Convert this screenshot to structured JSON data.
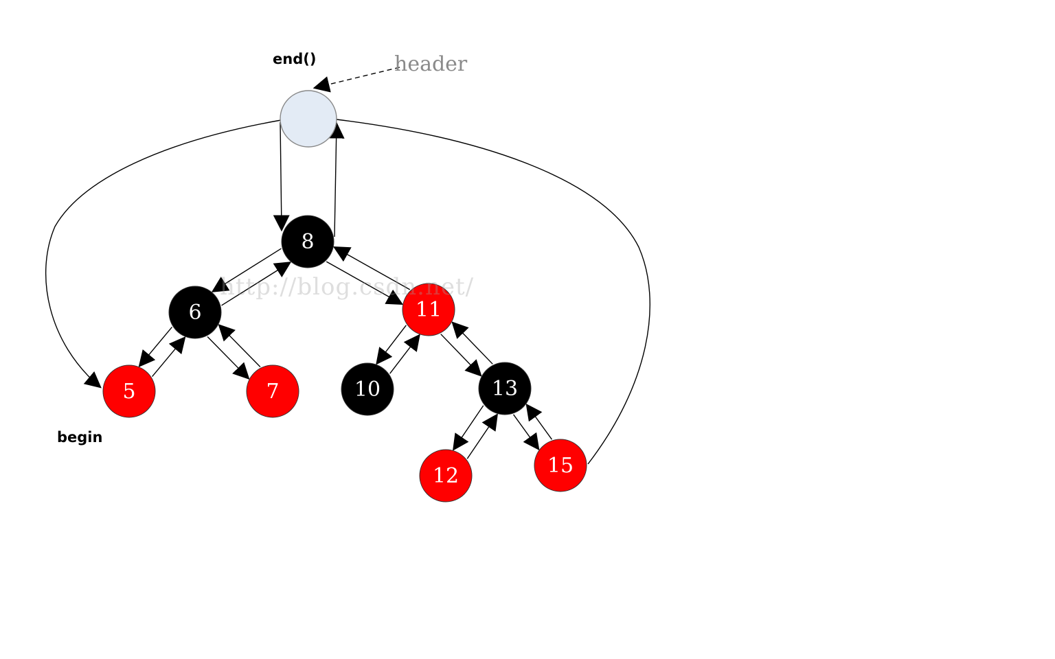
{
  "labels": {
    "end": "end()",
    "header": "header",
    "begin": "begin",
    "watermark": "http://blog.csdn.net/"
  },
  "colors": {
    "red": "#ff0000",
    "black": "#000000",
    "header_fill": "#e3ebf5",
    "header_stroke": "#888888",
    "edge": "#000000"
  },
  "nodes": [
    {
      "id": "header",
      "key": "",
      "color": "header"
    },
    {
      "id": "n8",
      "key": "8",
      "color": "black"
    },
    {
      "id": "n6",
      "key": "6",
      "color": "black"
    },
    {
      "id": "n11",
      "key": "11",
      "color": "red"
    },
    {
      "id": "n5",
      "key": "5",
      "color": "red"
    },
    {
      "id": "n7",
      "key": "7",
      "color": "red"
    },
    {
      "id": "n10",
      "key": "10",
      "color": "black"
    },
    {
      "id": "n13",
      "key": "13",
      "color": "black"
    },
    {
      "id": "n12",
      "key": "12",
      "color": "red"
    },
    {
      "id": "n15",
      "key": "15",
      "color": "red"
    }
  ],
  "edges": [
    {
      "from": "header",
      "to": "n8",
      "kind": "parent-link"
    },
    {
      "from": "n8",
      "to": "header",
      "kind": "parent-link"
    },
    {
      "from": "n8",
      "to": "n6",
      "kind": "child"
    },
    {
      "from": "n6",
      "to": "n8",
      "kind": "parent"
    },
    {
      "from": "n8",
      "to": "n11",
      "kind": "child"
    },
    {
      "from": "n11",
      "to": "n8",
      "kind": "parent"
    },
    {
      "from": "n6",
      "to": "n5",
      "kind": "child"
    },
    {
      "from": "n5",
      "to": "n6",
      "kind": "parent"
    },
    {
      "from": "n6",
      "to": "n7",
      "kind": "child"
    },
    {
      "from": "n7",
      "to": "n6",
      "kind": "parent"
    },
    {
      "from": "n11",
      "to": "n10",
      "kind": "child"
    },
    {
      "from": "n10",
      "to": "n11",
      "kind": "parent"
    },
    {
      "from": "n11",
      "to": "n13",
      "kind": "child"
    },
    {
      "from": "n13",
      "to": "n11",
      "kind": "parent"
    },
    {
      "from": "n13",
      "to": "n12",
      "kind": "child"
    },
    {
      "from": "n12",
      "to": "n13",
      "kind": "parent"
    },
    {
      "from": "n13",
      "to": "n15",
      "kind": "child"
    },
    {
      "from": "n15",
      "to": "n13",
      "kind": "parent"
    },
    {
      "from": "header",
      "to": "n5",
      "kind": "leftmost"
    },
    {
      "from": "header",
      "to": "n15",
      "kind": "rightmost"
    }
  ]
}
